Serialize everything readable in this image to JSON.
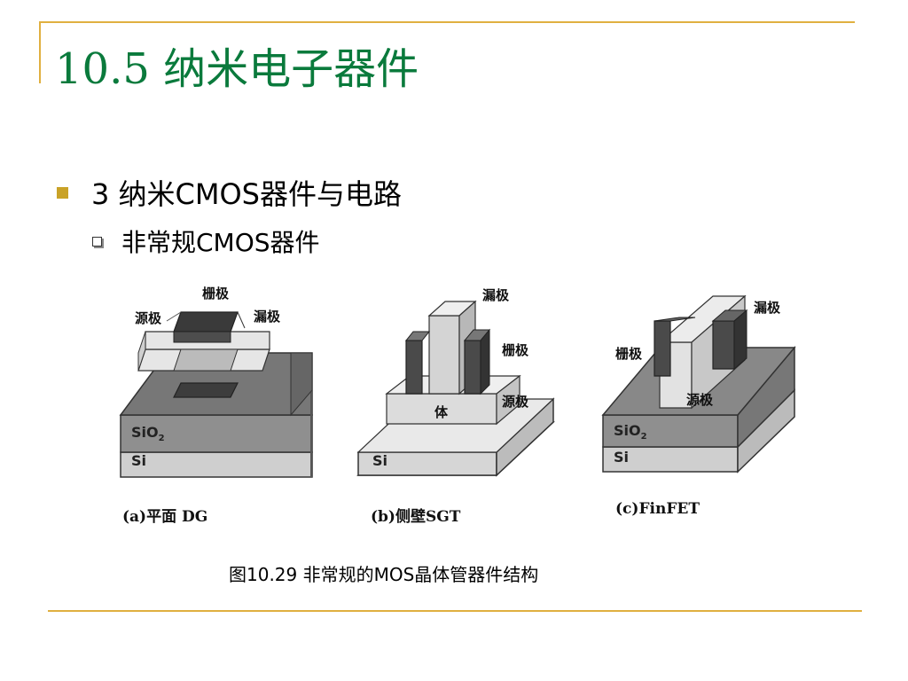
{
  "slide": {
    "title": "10.5 纳米电子器件",
    "bullet_level1": "3 纳米CMOS器件与电路",
    "bullet_level2": "非常规CMOS器件"
  },
  "figure": {
    "caption": "图10.29  非常规的MOS晶体管器件结构",
    "panels": [
      {
        "label": "(a)平面 DG",
        "parts": {
          "gate": "栅极",
          "source": "源极",
          "drain": "漏极",
          "sio2": "SiO",
          "sio2_sub": "2",
          "si": "Si"
        }
      },
      {
        "label": "(b)侧壁SGT",
        "parts": {
          "drain": "漏极",
          "gate": "栅极",
          "source": "源极",
          "body": "体",
          "si": "Si"
        }
      },
      {
        "label": "(c)FinFET",
        "parts": {
          "drain": "漏极",
          "gate": "栅极",
          "source": "源极",
          "sio2": "SiO",
          "sio2_sub": "2",
          "si": "Si"
        }
      }
    ]
  },
  "colors": {
    "title": "#0a7a3c",
    "rule": "#e0b040",
    "bullet": "#c9a227"
  }
}
